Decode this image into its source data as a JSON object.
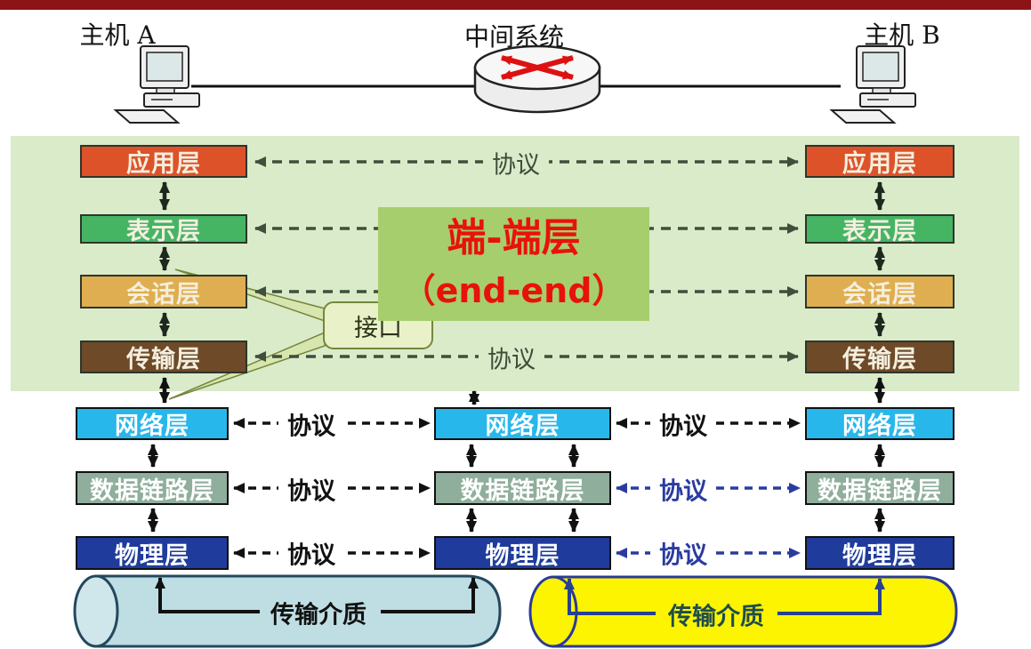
{
  "slide": {
    "top_bar_color": "#8C1417",
    "background_color": "#FFFFFF",
    "upper_band_color": "#D9EBC9"
  },
  "nodes": {
    "host_a_label": "主机 A",
    "intermediate_label": "中间系统",
    "host_b_label": "主机 B"
  },
  "labels": {
    "protocol": "协议",
    "interface": "接口",
    "medium": "传输介质"
  },
  "end_end_box": {
    "line1": "端-端层",
    "line2": "（end-end）",
    "fill": "#A7CE6C",
    "text_color": "#E8120C"
  },
  "layer_colors": {
    "application": "#DD5229",
    "presentation": "#45B564",
    "session": "#DFAE50",
    "transport": "#6E4A28",
    "network": "#28B7EB",
    "data_link": "#8FAE9C",
    "physical": "#1F3C9C"
  },
  "columns": {
    "host_a_layers": [
      "应用层",
      "表示层",
      "会话层",
      "传输层",
      "网络层",
      "数据链路层",
      "物理层"
    ],
    "intermediate_layers": [
      "网络层",
      "数据链路层",
      "物理层"
    ],
    "host_b_layers": [
      "应用层",
      "表示层",
      "会话层",
      "传输层",
      "网络层",
      "数据链路层",
      "物理层"
    ]
  },
  "arrow_colors": {
    "upper_protocol": "#3F4F3B",
    "lower_protocol_black": "#111111",
    "lower_protocol_blue": "#2A3BA0"
  },
  "cylinders": {
    "left_fill": "#BFDEE3",
    "left_border": "#24485E",
    "right_fill": "#FCF400",
    "right_border": "#2A3A9A"
  }
}
